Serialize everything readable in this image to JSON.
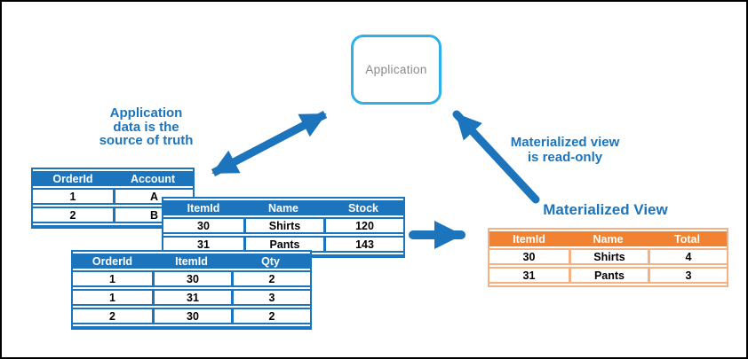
{
  "colors": {
    "blue": "#1c75bc",
    "light_blue": "#2fb0e8",
    "orange": "#f08232",
    "orange_light": "#f6b183",
    "gray_text": "#8a8a8a",
    "frame_black": "#000000"
  },
  "application_node": {
    "label": "Application"
  },
  "annotations": {
    "source_of_truth": {
      "lines": [
        "Application",
        "data is the",
        "source of truth"
      ]
    },
    "read_only": {
      "lines": [
        "Materialized view",
        "is read-only"
      ]
    },
    "materialized_view_title": "Materialized View"
  },
  "tables": {
    "orders_accounts": {
      "headers": [
        "OrderId",
        "Account"
      ],
      "rows": [
        [
          "1",
          "A"
        ],
        [
          "2",
          "B"
        ]
      ]
    },
    "items": {
      "headers": [
        "ItemId",
        "Name",
        "Stock"
      ],
      "rows": [
        [
          "30",
          "Shirts",
          "120"
        ],
        [
          "31",
          "Pants",
          "143"
        ]
      ]
    },
    "order_items": {
      "headers": [
        "OrderId",
        "ItemId",
        "Qty"
      ],
      "rows": [
        [
          "1",
          "30",
          "2"
        ],
        [
          "1",
          "31",
          "3"
        ],
        [
          "2",
          "30",
          "2"
        ]
      ]
    },
    "materialized_view": {
      "headers": [
        "ItemId",
        "Name",
        "Total"
      ],
      "rows": [
        [
          "30",
          "Shirts",
          "4"
        ],
        [
          "31",
          "Pants",
          "3"
        ]
      ]
    }
  },
  "arrows": {
    "sync_arrow": "bidirectional application-data sync arrow",
    "read_only_arrow": "materialized view read arrow to application",
    "materialize_arrow": "source tables to materialized view arrow"
  }
}
